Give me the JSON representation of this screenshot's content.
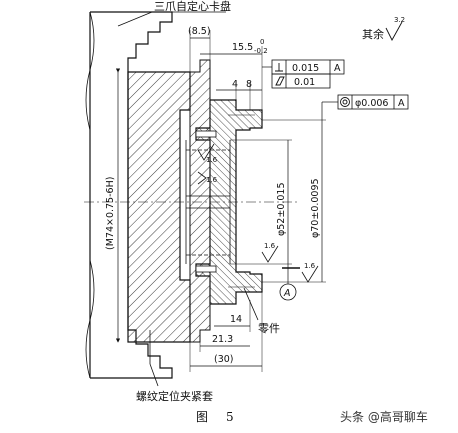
{
  "labels": {
    "chuck": "三爪自定心卡盘",
    "fixture": "螺纹定位夹紧套",
    "part": "零件",
    "others_prefix": "其余",
    "others_ra": "3.2"
  },
  "dims": {
    "d_8_5": "(8.5)",
    "d_15_5": "15.5",
    "d_15_5_upper": "0",
    "d_15_5_lower": "-0.2",
    "d_4": "4",
    "d_8": "8",
    "d_14": "14",
    "d_21_3": "21.3",
    "d_30": "(30)",
    "d_m74": "(M74×0.75-6H)",
    "d_phi52": "φ52±0.015",
    "d_phi70": "φ70±0.0095"
  },
  "tolerances": {
    "perp_value": "0.015",
    "perp_datum": "A",
    "flat_value": "0.01",
    "coax_value": "φ0.006",
    "coax_datum": "A"
  },
  "roughness": {
    "r1": "1.6",
    "r2": "1.6",
    "r3": "1.6",
    "r4": "1.6"
  },
  "datum": "A",
  "caption": {
    "prefix": "图",
    "number": "5"
  },
  "watermark": "头条 @高哥聊车"
}
